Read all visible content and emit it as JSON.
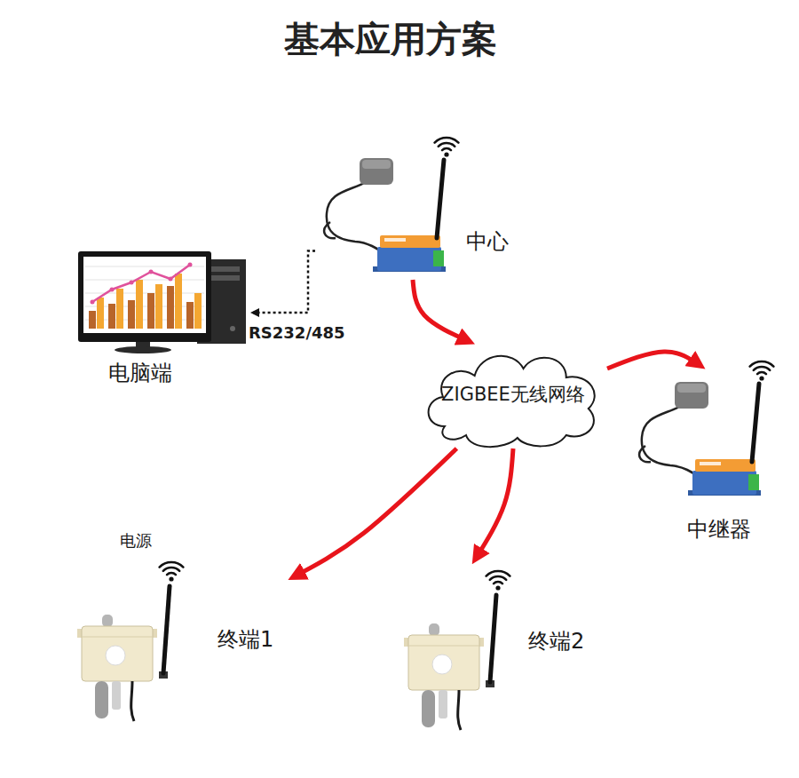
{
  "diagram": {
    "title": "基本应用方案",
    "nodes": [
      {
        "text": [
          "中心"
        ]
      },
      {
        "text": [
          "电脑端"
        ]
      },
      {
        "text": [
          "ZIGBEE无线网络"
        ]
      },
      {
        "text": [
          "中继器"
        ]
      },
      {
        "text": [
          "终端1"
        ]
      },
      {
        "text": [
          "终端2"
        ]
      }
    ],
    "edges": [
      {
        "from": 0,
        "to": 1,
        "arrow": "to",
        "label": "RS232/485"
      },
      {
        "from": 0,
        "to": 2,
        "arrow": "to"
      },
      {
        "from": 2,
        "to": 3,
        "arrow": "to"
      },
      {
        "from": 2,
        "to": 4,
        "arrow": "to"
      },
      {
        "from": 2,
        "to": 5,
        "arrow": "to"
      }
    ],
    "labels": [
      "电源"
    ]
  }
}
